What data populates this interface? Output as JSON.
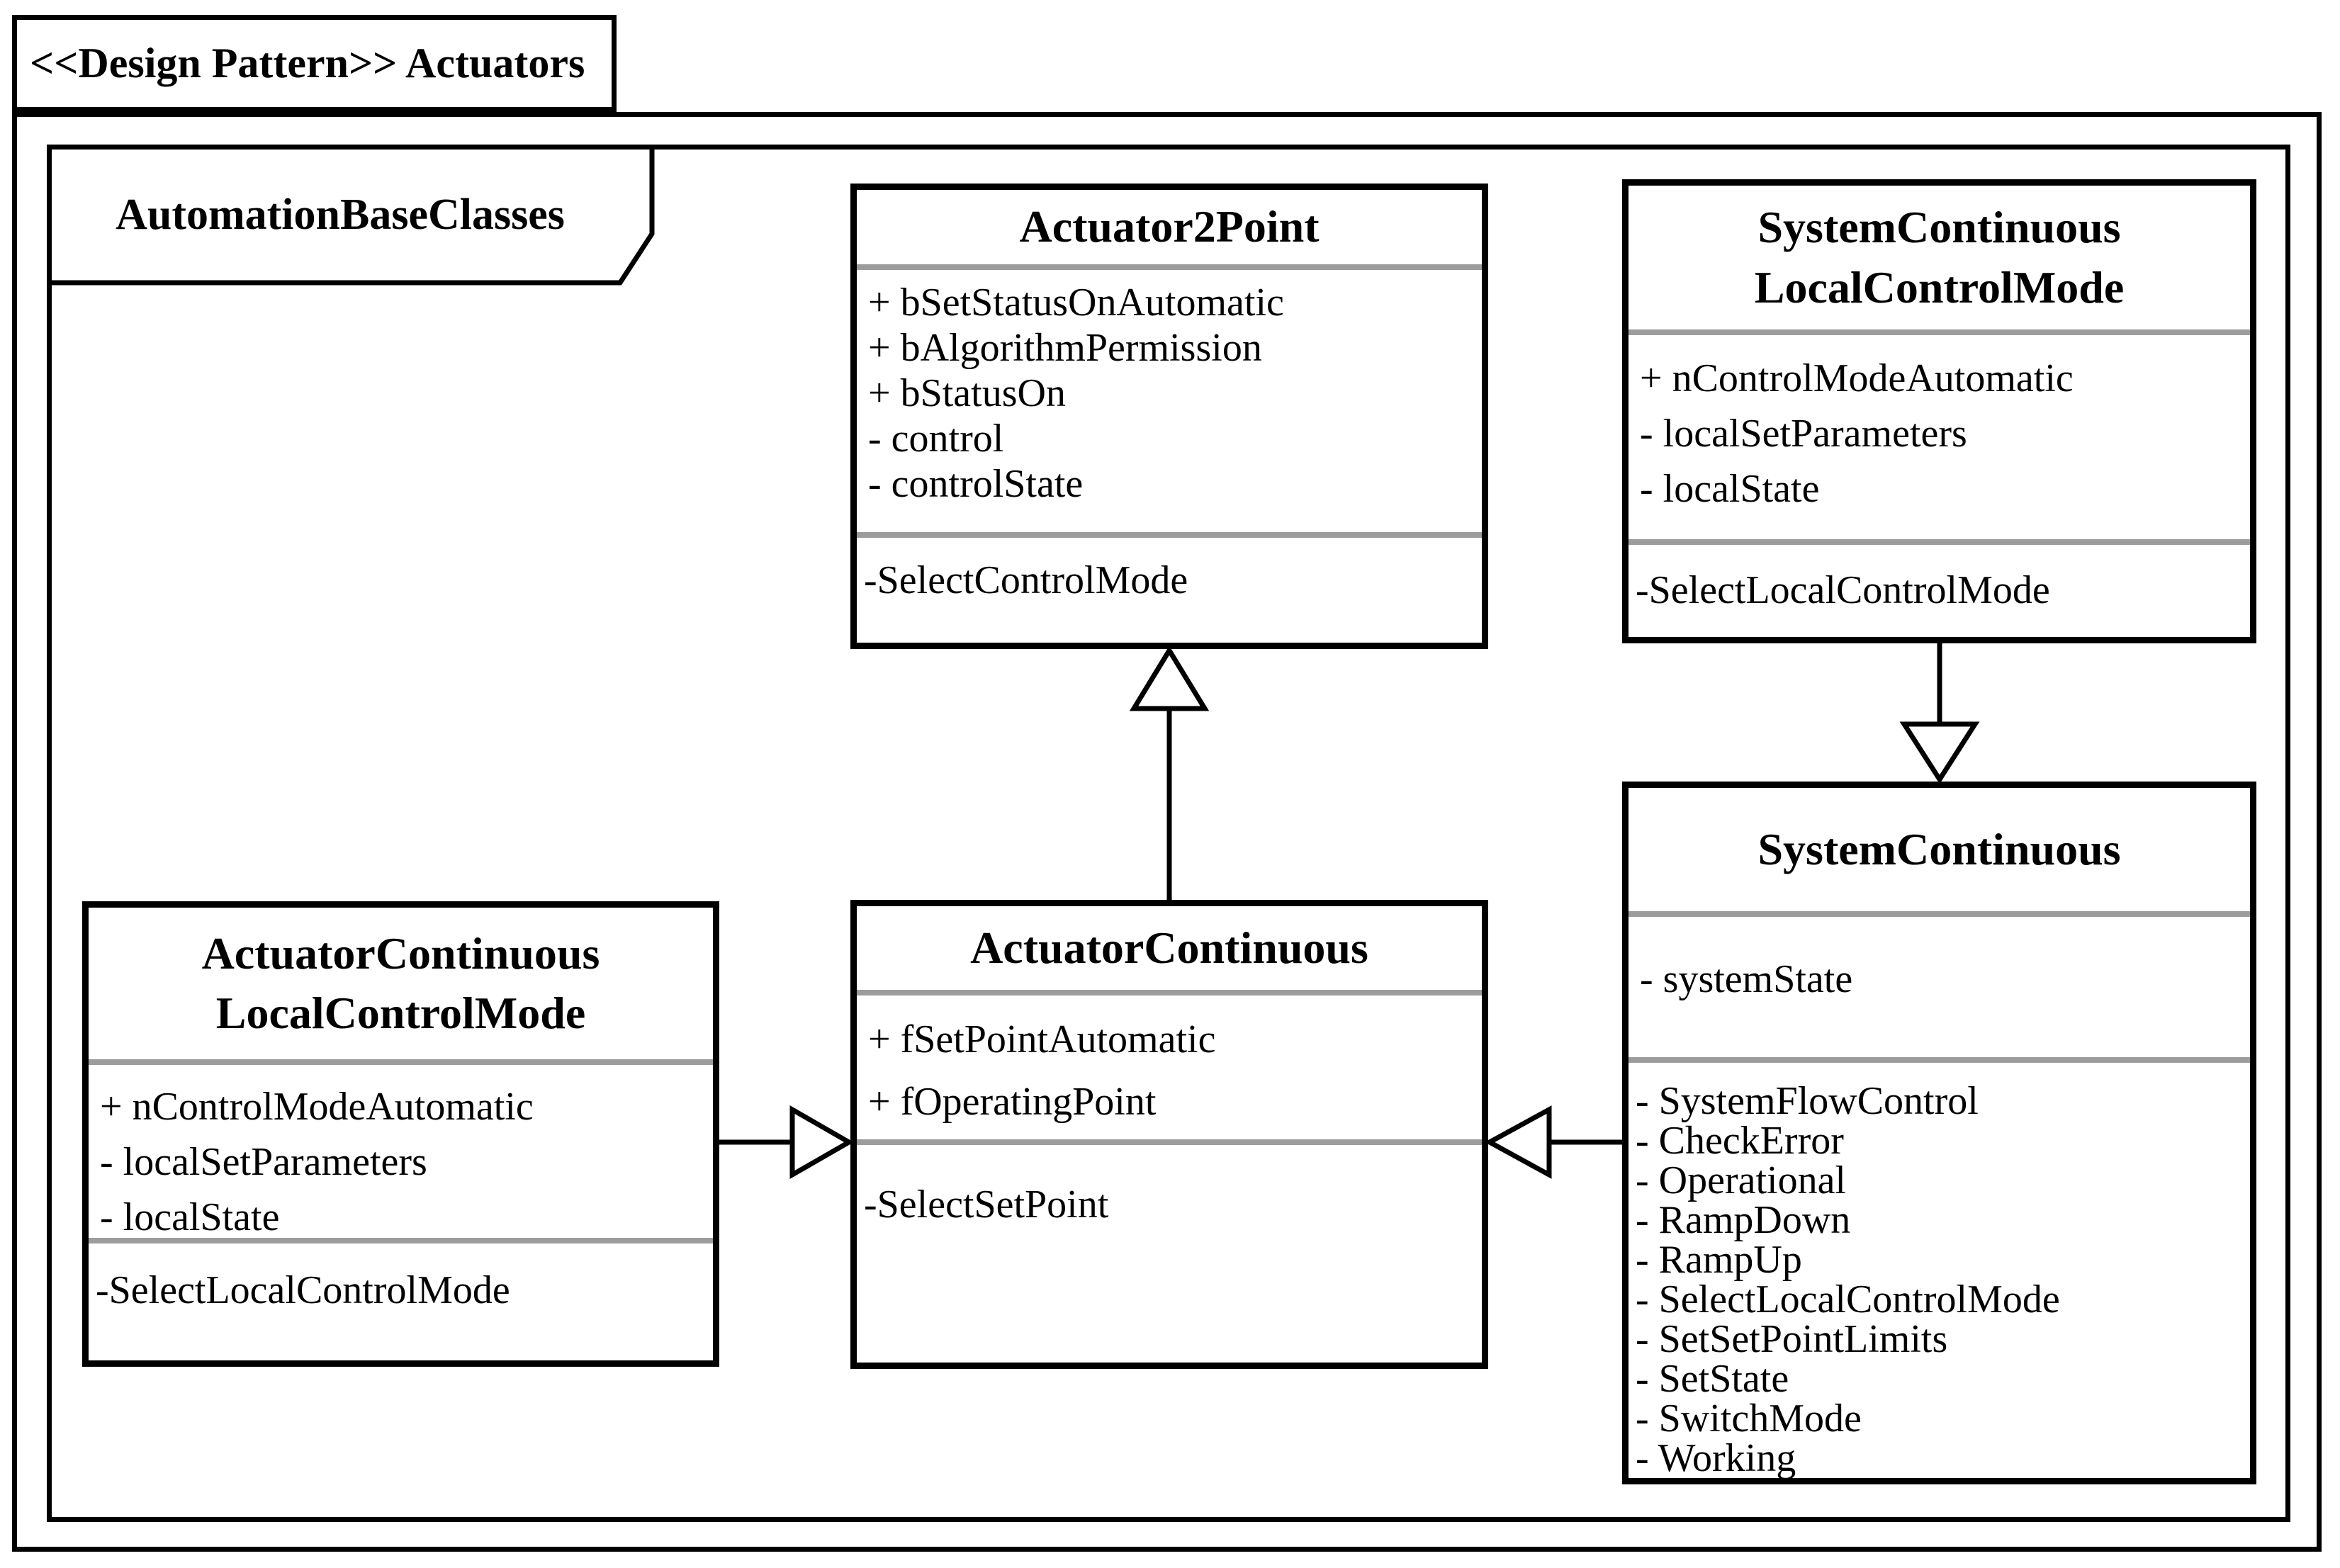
{
  "diagram": {
    "outer_package": {
      "title": "<<Design Pattern>> Actuators"
    },
    "inner_package": {
      "title": "AutomationBaseClasses"
    },
    "classes": {
      "actuator2point": {
        "title_lines": [
          "Actuator2Point"
        ],
        "attributes": [
          "+ bSetStatusOnAutomatic",
          "+ bAlgorithmPermission",
          "+ bStatusOn",
          "- control",
          "- controlState"
        ],
        "methods": [
          "-SelectControlMode"
        ]
      },
      "system_continuous_local_control_mode": {
        "title_lines": [
          "SystemContinuous",
          "LocalControlMode"
        ],
        "attributes": [
          "+ nControlModeAutomatic",
          "- localSetParameters",
          "- localState"
        ],
        "methods": [
          "-SelectLocalControlMode"
        ]
      },
      "actuator_continuous_local_control_mode": {
        "title_lines": [
          "ActuatorContinuous",
          "LocalControlMode"
        ],
        "attributes": [
          "+ nControlModeAutomatic",
          "- localSetParameters",
          "- localState"
        ],
        "methods": [
          "-SelectLocalControlMode"
        ]
      },
      "actuator_continuous": {
        "title_lines": [
          "ActuatorContinuous"
        ],
        "attributes": [
          "+ fSetPointAutomatic",
          "+ fOperatingPoint"
        ],
        "methods": [
          "-SelectSetPoint"
        ]
      },
      "system_continuous": {
        "title_lines": [
          "SystemContinuous"
        ],
        "attributes": [
          "- systemState"
        ],
        "methods": [
          "- SystemFlowControl",
          "- CheckError",
          "- Operational",
          "- RampDown",
          "- RampUp",
          "- SelectLocalControlMode",
          "- SetSetPointLimits",
          "- SetState",
          "- SwitchMode",
          "- Working"
        ]
      }
    },
    "relations": [
      {
        "type": "generalization",
        "from": "ActuatorContinuous",
        "to": "Actuator2Point",
        "direction": "up"
      },
      {
        "type": "generalization",
        "from": "SystemContinuousLocalControlMode",
        "to": "SystemContinuous",
        "direction": "down"
      },
      {
        "type": "generalization",
        "from": "ActuatorContinuousLocalControlMode",
        "to": "ActuatorContinuous",
        "direction": "right"
      },
      {
        "type": "generalization",
        "from": "SystemContinuous",
        "to": "ActuatorContinuous",
        "direction": "left"
      }
    ],
    "colors": {
      "line": "#000000",
      "separator": "#9c9c9c",
      "background": "#ffffff",
      "text": "#000000"
    }
  }
}
